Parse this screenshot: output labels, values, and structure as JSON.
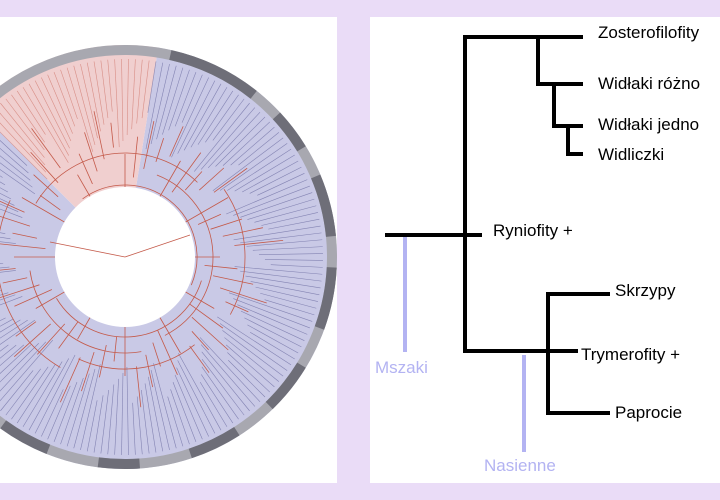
{
  "tree": {
    "taxa": [
      {
        "id": "zosterofilofity",
        "label": "Zosterofilofity"
      },
      {
        "id": "widlaki-roznozarodnikowe",
        "label": "Widłaki różno"
      },
      {
        "id": "widlaki-jednakozarodnikowe",
        "label": "Widłaki jedno"
      },
      {
        "id": "widliczki",
        "label": "Widliczki"
      },
      {
        "id": "ryniofity",
        "label": "Ryniofity +"
      },
      {
        "id": "skrzypy",
        "label": "Skrzypy"
      },
      {
        "id": "trymerofity",
        "label": "Trymerofity +"
      },
      {
        "id": "paprocie",
        "label": "Paprocie"
      }
    ],
    "groups": [
      {
        "id": "mszaki",
        "label": "Mszaki"
      },
      {
        "id": "nasienne",
        "label": "Nasienne"
      }
    ]
  },
  "colors": {
    "background": "#eadcf7",
    "tree_line": "#000000",
    "group_marker": "#b3b3f2",
    "circle_blue_sector": "#c9c9e6",
    "circle_red_sector": "#f0cfcf",
    "circle_ring": "#a8a8b0",
    "branch_red": "#c45a4a",
    "branch_blue": "#4a4a88"
  }
}
